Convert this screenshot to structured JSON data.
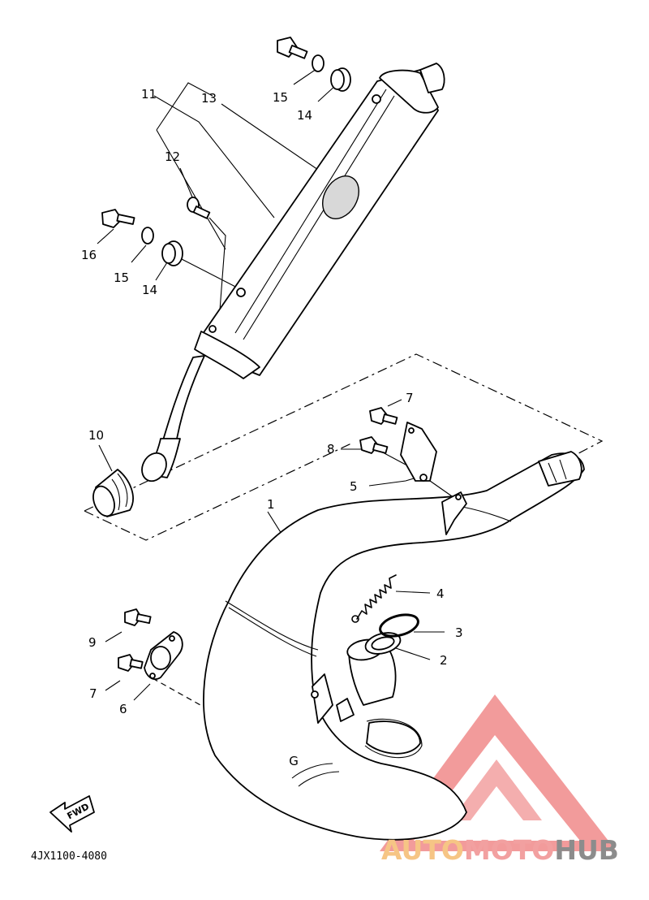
{
  "labels": {
    "l1": "1",
    "l2": "2",
    "l3": "3",
    "l4": "4",
    "l5": "5",
    "l6": "6",
    "l7a": "7",
    "l7b": "7",
    "l8": "8",
    "l9": "9",
    "l10": "10",
    "l11": "11",
    "l12": "12",
    "l13": "13",
    "l14a": "14",
    "l14b": "14",
    "l15a": "15",
    "l15b": "15",
    "l16": "16"
  },
  "fwd_label": "FWD",
  "ref_marker": "G",
  "diagram_code": "4JX1100-4080",
  "watermark": {
    "part1": "AUTO",
    "part2": "MOTO",
    "part3": "HUB",
    "color_auto": "#f6c585",
    "color_moto": "#f2a0a0",
    "color_hub": "#8c8c8c",
    "logo_color": "#f08a8a"
  }
}
